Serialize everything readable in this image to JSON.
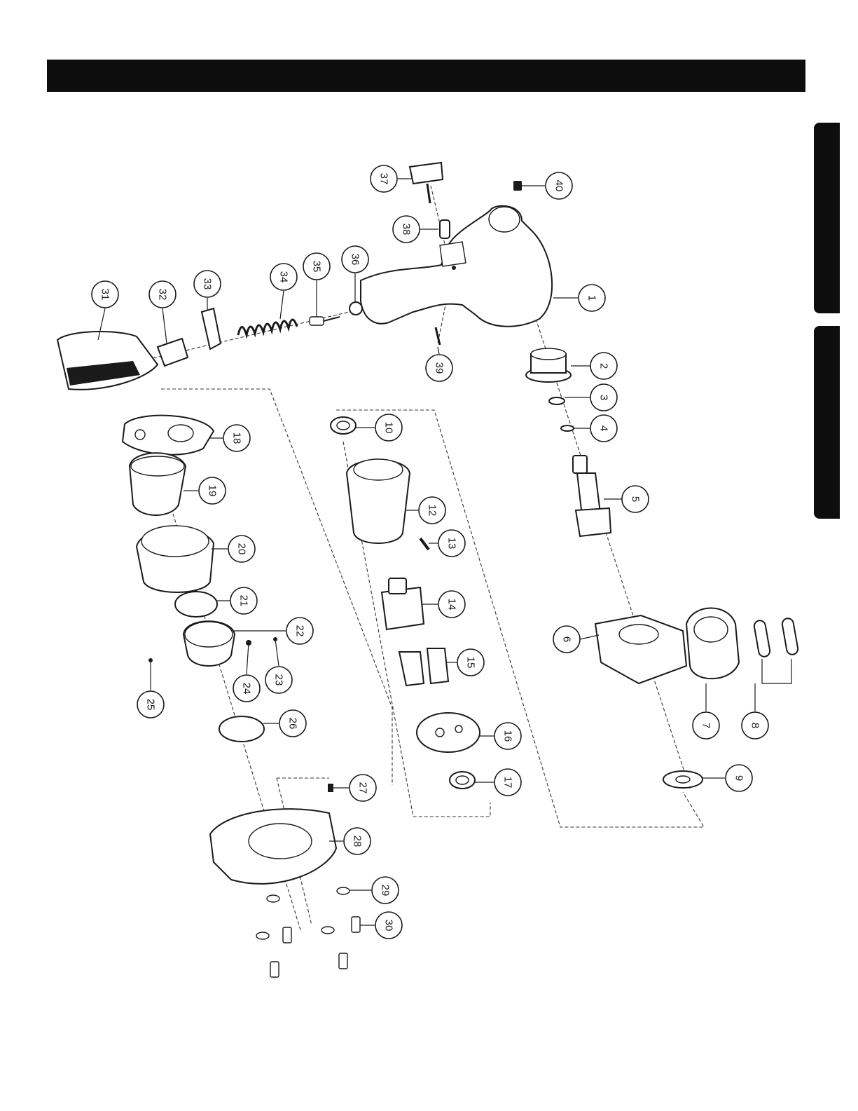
{
  "header": {
    "title": ""
  },
  "callouts": [
    "1",
    "2",
    "3",
    "4",
    "5",
    "6",
    "7",
    "8",
    "9",
    "10",
    "12",
    "13",
    "14",
    "15",
    "16",
    "17",
    "18",
    "19",
    "20",
    "21",
    "22",
    "23",
    "24",
    "25",
    "26",
    "27",
    "28",
    "29",
    "30",
    "31",
    "32",
    "33",
    "34",
    "35",
    "36",
    "37",
    "38",
    "39",
    "40"
  ],
  "colors": {
    "ink": "#1a1a1a",
    "bar": "#0d0d0d",
    "paper": "#ffffff"
  }
}
